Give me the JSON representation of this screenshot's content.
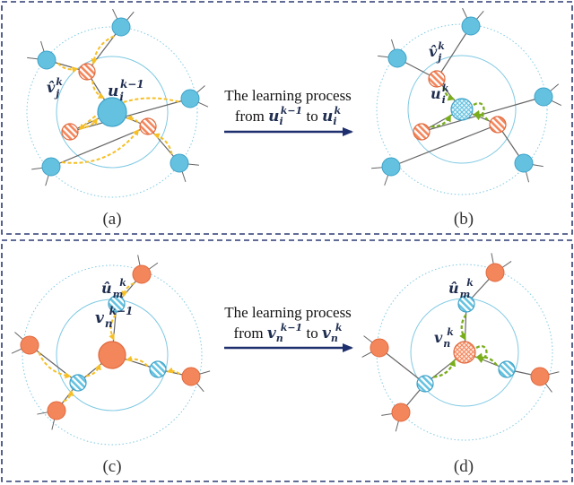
{
  "panels": [
    {
      "id": "a",
      "label": "(a)",
      "center_node": "u",
      "center_mode": "solid",
      "neighbor_node": "v",
      "neighbor_style": "hatched-orange",
      "outer_style": "solid-blue",
      "edge_arrows": "yellow"
    },
    {
      "id": "b",
      "label": "(b)",
      "center_node": "u",
      "center_mode": "hatched",
      "neighbor_node": "v",
      "neighbor_style": "hatched-orange",
      "outer_style": "solid-blue",
      "edge_arrows": "green"
    },
    {
      "id": "c",
      "label": "(c)",
      "center_node": "v",
      "center_mode": "solid",
      "neighbor_node": "u",
      "neighbor_style": "hatched-blue",
      "outer_style": "solid-orange",
      "edge_arrows": "yellow"
    },
    {
      "id": "d",
      "label": "(d)",
      "center_node": "v",
      "center_mode": "hatched",
      "neighbor_node": "u",
      "neighbor_style": "hatched-blue",
      "outer_style": "solid-orange",
      "edge_arrows": "green"
    }
  ],
  "row1": {
    "arrow_line1": "The learning process",
    "arrow_from": "from ",
    "arrow_to": " to ",
    "from_base": "u",
    "from_sub": "i",
    "from_sup": "k−1",
    "to_base": "u",
    "to_sub": "i",
    "to_sup": "k",
    "center_a_base": "u",
    "center_a_sub": "i",
    "center_a_sup": "k−1",
    "neighbor_a_base": "v̂",
    "neighbor_a_sub": "j",
    "neighbor_a_sup": "k",
    "center_b_base": "u",
    "center_b_sub": "i",
    "center_b_sup": "k",
    "neighbor_b_base": "v̂",
    "neighbor_b_sub": "j",
    "neighbor_b_sup": "k"
  },
  "row2": {
    "arrow_line1": "The learning process",
    "arrow_from": "from ",
    "arrow_to": " to ",
    "from_base": "v",
    "from_sub": "n",
    "from_sup": "k−1",
    "to_base": "v",
    "to_sub": "n",
    "to_sup": "k",
    "center_c_base": "v",
    "center_c_sub": "n",
    "center_c_sup": "k−1",
    "neighbor_c_base": "û",
    "neighbor_c_sub": "m",
    "neighbor_c_sup": "k",
    "center_d_base": "v",
    "center_d_sub": "n",
    "center_d_sup": "k",
    "neighbor_d_base": "û",
    "neighbor_d_sub": "m",
    "neighbor_d_sup": "k"
  },
  "colors": {
    "frame": "#2d3b73",
    "arrow": "#1e2f6e",
    "blue_fill": "#64c2e0",
    "blue_stroke": "#3ea2c8",
    "orange_fill": "#f4865c",
    "orange_stroke": "#e0693d",
    "yellow_arrow": "#f6bf26",
    "green_arrow": "#79ad1c",
    "ring": "#7fc9e3",
    "edge": "#666666"
  }
}
